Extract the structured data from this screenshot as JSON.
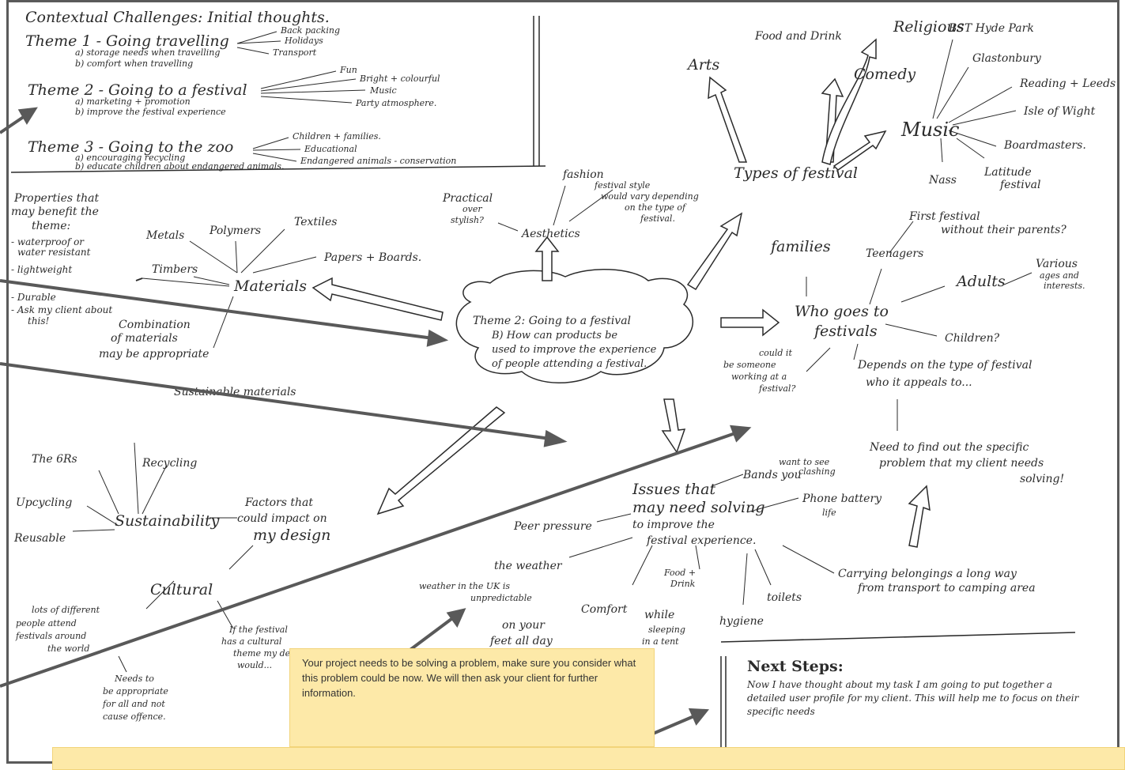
{
  "intro": {
    "title": "Contextual Challenges: Initial thoughts.",
    "theme1": "Theme 1 - Going travelling",
    "theme1_a": "a) storage needs when travelling",
    "theme1_b": "b) comfort when travelling",
    "theme1_branches": [
      "Back packing",
      "Holidays",
      "Transport"
    ],
    "theme2": "Theme 2 - Going to a festival",
    "theme2_a": "a) marketing + promotion",
    "theme2_b": "b) improve the festival experience",
    "theme2_branches": [
      "Fun",
      "Bright + colourful",
      "Music",
      "Party atmosphere."
    ],
    "theme3": "Theme 3 - Going to the zoo",
    "theme3_a": "a) encouraging recycling",
    "theme3_b": "b) educate children about endangered animals.",
    "theme3_branches": [
      "Children + families.",
      "Educational",
      "Endangered animals - conservation"
    ]
  },
  "center": {
    "line1": "Theme 2: Going to a festival",
    "line2": "B) How can products be",
    "line3": "used to improve the experience",
    "line4": "of people attending a festival."
  },
  "properties": {
    "title_1": "Properties that",
    "title_2": "may benefit the",
    "title_3": "theme:",
    "items": [
      "- waterproof or",
      "water resistant",
      "- lightweight",
      "- Durable",
      "- Ask my client about",
      "this!"
    ]
  },
  "materials": {
    "label": "Materials",
    "branches": [
      "Metals",
      "Polymers",
      "Textiles",
      "Timbers",
      "Papers + Boards."
    ],
    "note_1": "Combination",
    "note_2": "of materials",
    "note_3": "may be appropriate",
    "sustainable": "Sustainable materials"
  },
  "aesthetics": {
    "label": "Aesthetics",
    "fashion": "fashion",
    "practical_1": "Practical",
    "practical_2": "over",
    "practical_3": "stylish?",
    "style_1": "festival style",
    "style_2": "would vary depending",
    "style_3": "on the type of",
    "style_4": "festival."
  },
  "types": {
    "label": "Types of festival",
    "arts": "Arts",
    "food": "Food and Drink",
    "religious": "Religious",
    "comedy": "Comedy",
    "music": "Music",
    "music_branches": [
      "BST Hyde Park",
      "Glastonbury",
      "Reading + Leeds",
      "Isle of Wight",
      "Boardmasters.",
      "Nass",
      "Latitude",
      "festival"
    ]
  },
  "who": {
    "label_1": "Who goes to",
    "label_2": "festivals",
    "families": "families",
    "teenagers": "Teenagers",
    "first_1": "First festival",
    "first_2": "without their parents?",
    "adults": "Adults",
    "various_1": "Various",
    "various_2": "ages and",
    "various_3": "interests.",
    "children": "Children?",
    "working_1": "could it",
    "working_2": "be someone",
    "working_3": "working at a",
    "working_4": "festival?",
    "depends_1": "Depends on the type of festival",
    "depends_2": "who it appeals to...",
    "need_1": "Need to find out the specific",
    "need_2": "problem that my client needs",
    "need_3": "solving!"
  },
  "factors": {
    "label_1": "Factors that",
    "label_2": "could impact on",
    "label_3": "my design",
    "sustainability": "Sustainability",
    "sus_branches": [
      "The 6Rs",
      "Recycling",
      "Upcycling",
      "Reusable"
    ],
    "cultural": "Cultural",
    "cultural_1": "lots of different",
    "cultural_2": "people attend",
    "cultural_3": "festivals around",
    "cultural_4": "the world",
    "theme_1": "If the festival",
    "theme_2": "has a cultural",
    "theme_3": "theme my design",
    "theme_4": "would...",
    "offence_1": "Needs to",
    "offence_2": "be appropriate",
    "offence_3": "for all and not",
    "offence_4": "cause offence."
  },
  "issues": {
    "label_1": "Issues that",
    "label_2": "may need solving",
    "label_3": "to improve the",
    "label_4": "festival experience.",
    "bands_1": "Bands you",
    "bands_2": "want to see",
    "bands_3": "clashing",
    "phone_1": "Phone battery",
    "phone_2": "life",
    "peer": "Peer pressure",
    "weather": "the weather",
    "weather_uk_1": "weather in the UK is",
    "weather_uk_2": "unpredictable",
    "food_1": "Food +",
    "food_2": "Drink",
    "comfort": "Comfort",
    "feet_1": "on your",
    "feet_2": "feet all day",
    "sleep_1": "while",
    "sleep_2": "sleeping",
    "sleep_3": "in a tent",
    "hygiene": "hygiene",
    "toilets": "toilets",
    "carry_1": "Carrying belongings a long way",
    "carry_2": "from transport to camping area"
  },
  "next_steps": {
    "title": "Next Steps:",
    "body": "Now I have thought about my task I am going to put together a detailed user profile for my client. This will help me to focus on their specific needs"
  },
  "callout": {
    "text": "Your project needs to be solving a problem, make sure you consider what this problem could be now. We will then ask your client for further information."
  },
  "colors": {
    "note_bg": "#fde9a8",
    "frame": "#5a5a5a",
    "ink": "#2b2b2b"
  }
}
